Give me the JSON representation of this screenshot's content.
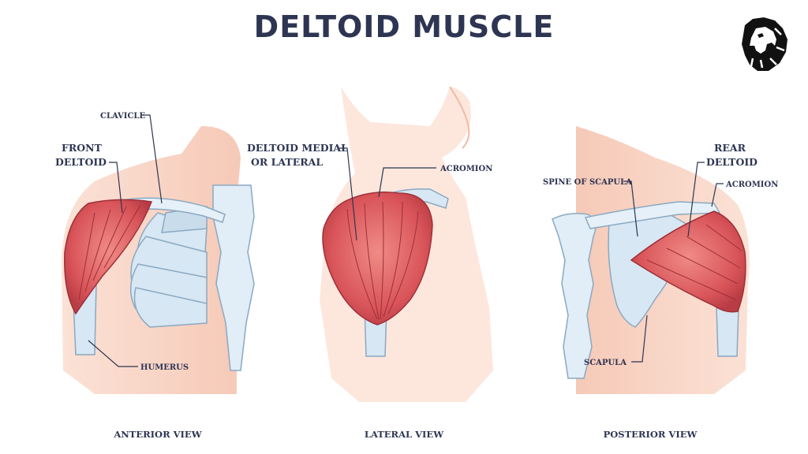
{
  "title": "DELTOID MUSCLE",
  "logo": {
    "icon": "lion-head-icon"
  },
  "colors": {
    "title": "#2d3552",
    "skin": "#f9d9cc",
    "muscle": "#d9555a",
    "bone": "#d7e7f3",
    "bone_outline": "#8aa9c2"
  },
  "views": {
    "anterior": {
      "caption": "ANTERIOR VIEW",
      "labels": {
        "clavicle": "CLAVICLE",
        "front_deltoid_1": "FRONT",
        "front_deltoid_2": "DELTOID",
        "humerus": "HUMERUS"
      }
    },
    "lateral": {
      "caption": "LATERAL VIEW",
      "labels": {
        "medial_1": "DELTOID MEDIAL",
        "medial_2": "OR LATERAL",
        "acromion": "ACROMION"
      }
    },
    "posterior": {
      "caption": "POSTERIOR VIEW",
      "labels": {
        "spine": "SPINE OF SCAPULA",
        "rear_1": "REAR",
        "rear_2": "DELTOID",
        "acromion": "ACROMION",
        "scapula": "SCAPULA"
      }
    }
  }
}
